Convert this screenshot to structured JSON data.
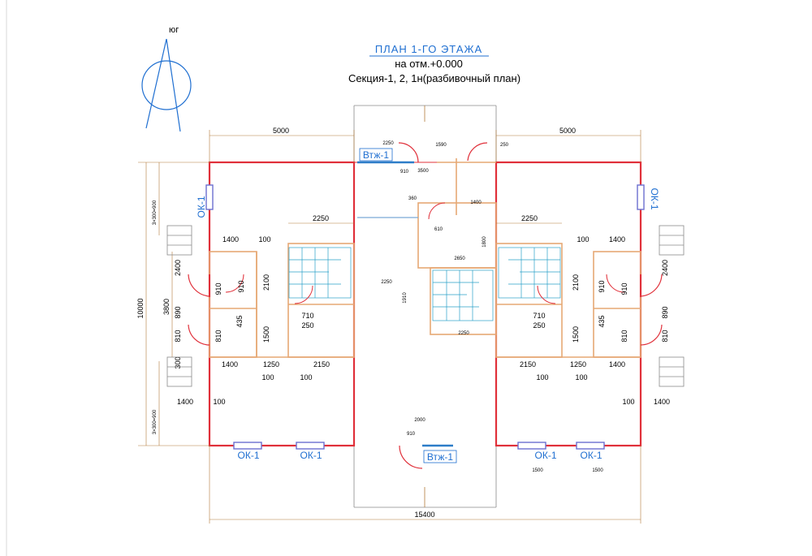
{
  "title": {
    "line1": "ПЛАН  1-ГО ЭТАЖА",
    "line2": "на отм.+0.000",
    "line3": "Секция-1, 2, 1н(разбивочный план)"
  },
  "compass": {
    "label": "юг"
  },
  "labels": {
    "ok1": "ОК-1",
    "vtzh1": "Втж-1"
  },
  "dimensions": {
    "d5000": "5000",
    "d15400": "15400",
    "d10000": "10000",
    "d2250": "2250",
    "d1400": "1400",
    "d100": "100",
    "d2400": "2400",
    "d3800": "3800",
    "d890": "890",
    "d810": "810",
    "d910": "910",
    "d2100": "2100",
    "d1500": "1500",
    "d435": "435",
    "d300": "300",
    "d1250": "1250",
    "d2150": "2150",
    "d710": "710",
    "d250": "250",
    "d3x300_900": "3×300=900",
    "d2000": "2000",
    "d3500": "3500",
    "d1590": "1590",
    "d2650": "2650",
    "d1800": "1800",
    "d1910": "1910",
    "d360": "360",
    "d610": "610"
  }
}
